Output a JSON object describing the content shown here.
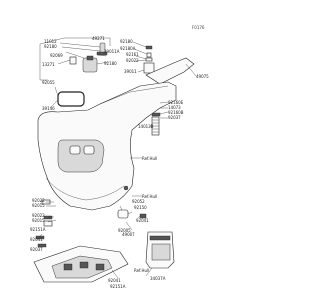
{
  "page_code": "F0176",
  "callouts": {
    "c11012": "11012",
    "c92180a": "92180",
    "c92069": "92069",
    "c49271": "49271",
    "c39011a": "39011A",
    "c13271": "13271",
    "c92180b": "92180",
    "c92180c": "92180",
    "c92180d": "92180A",
    "c92161": "92161",
    "c92022a": "92022",
    "c49075": "49075",
    "c39011": "39011",
    "c92055": "92055",
    "c39146": "39146",
    "c92160e": "92160E",
    "c14073": "14073",
    "c92160f": "92160B",
    "c92037": "92037",
    "c14013b": "14013B",
    "c92022b": "92022",
    "c92015a": "92015",
    "c92022c": "92022",
    "c92015b": "92015",
    "c92151a": "92151A",
    "c92041": "92041",
    "c92037b": "92037",
    "c92052": "92052",
    "c92150": "92150",
    "c92005": "92005",
    "c92041b": "92041",
    "c49007": "49007",
    "c92041c": "92041",
    "c92151b": "92151A",
    "c34037a": "34037A"
  },
  "refs": {
    "ref_hull_1": "Ref.Hull",
    "ref_hull_2": "Ref.Hull",
    "ref_hull_3": "Ref.Hull"
  }
}
